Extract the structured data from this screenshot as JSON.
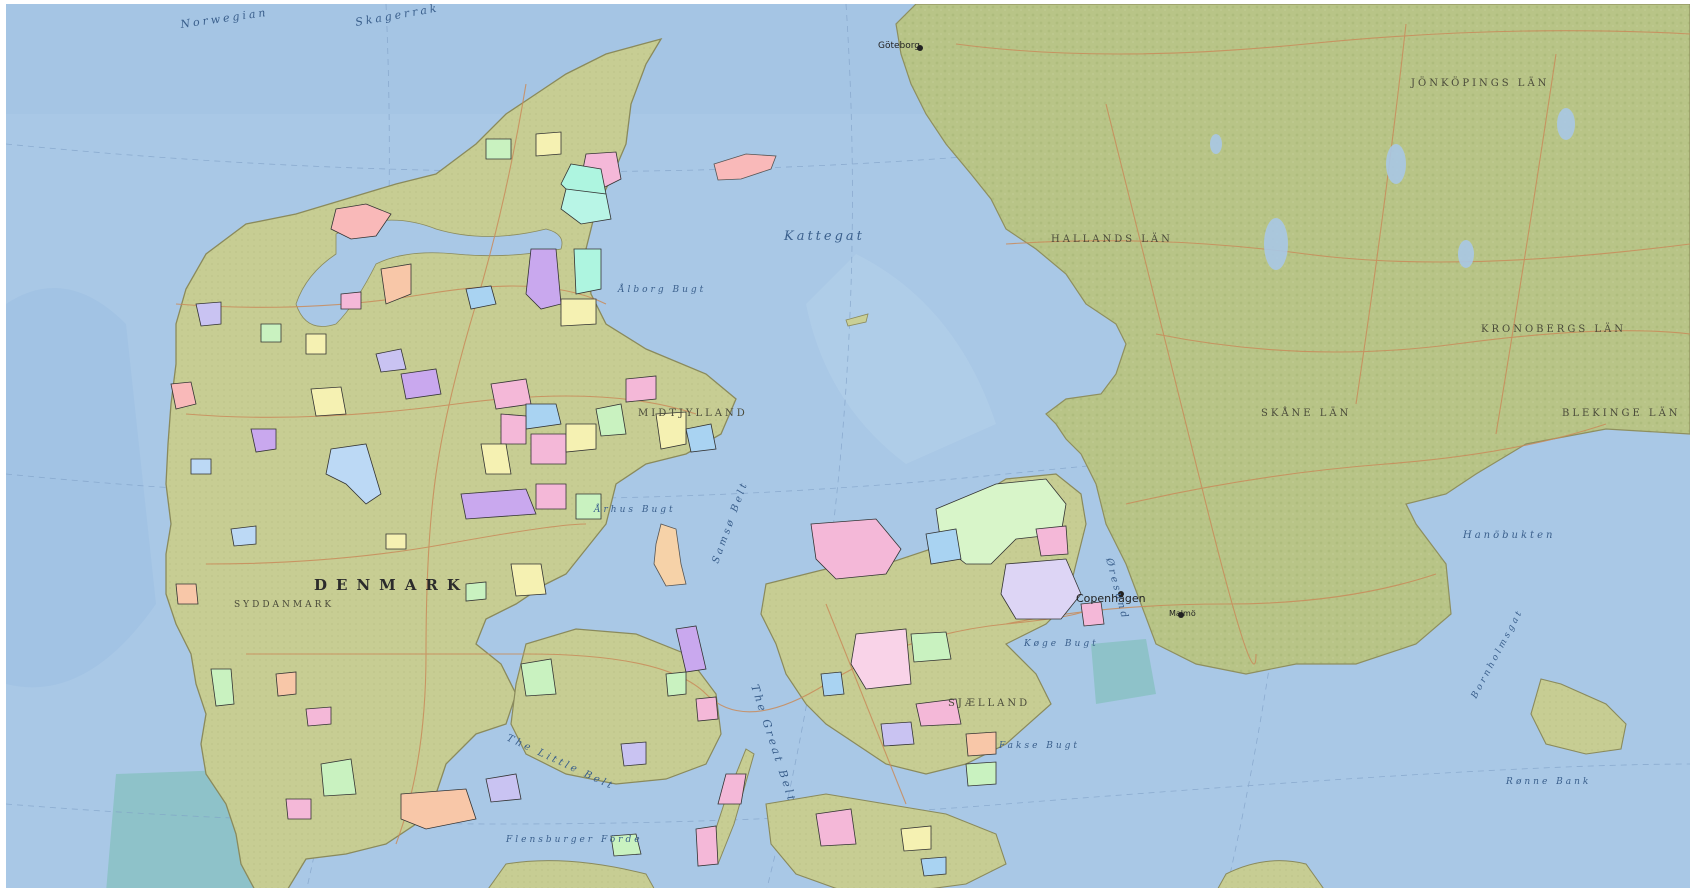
{
  "labels": {
    "norwegian": "Norwegian",
    "skagerrak": "Skagerrak",
    "kattegat": "Kattegat",
    "aalborg_bugt": "Ålborg Bugt",
    "aarhus_bugt": "Århus Bugt",
    "samso_belt": "Samsø Belt",
    "great_belt": "The Great Belt",
    "little_belt": "The Little Belt",
    "flensburger": "Flensburger Förde",
    "oresund": "Øresund",
    "koge_bugt": "Køge Bugt",
    "fakse_bugt": "Fakse Bugt",
    "hanobukten": "Hanöbukten",
    "bornholmsgat": "Bornholmsgat",
    "ronne_bank": "Rønne Bank",
    "denmark": "DENMARK",
    "midtjylland": "MIDTJYLLAND",
    "syddanmark": "SYDDANMARK",
    "sjaelland": "SJÆLLAND",
    "hallands_lan": "HALLANDS LÄN",
    "jonkopings_lan": "JÖNKÖPINGS LÄN",
    "kronobergs_lan": "KRONOBERGS LÄN",
    "skane_lan": "SKÅNE LÄN",
    "blekinge_lan": "BLEKINGE LÄN",
    "goteborg": "Göteborg",
    "copenhagen": "Copenhagen",
    "malmo": "Malmö"
  },
  "colors": {
    "sea": "#a9c8e6",
    "sea_deep": "#9dbfe0",
    "land": "#c9cf96",
    "land_sweden": "#b9c68a",
    "coast": "#8a8a5c",
    "road": "#c98b5a",
    "shallow": "#8ec2c9"
  }
}
